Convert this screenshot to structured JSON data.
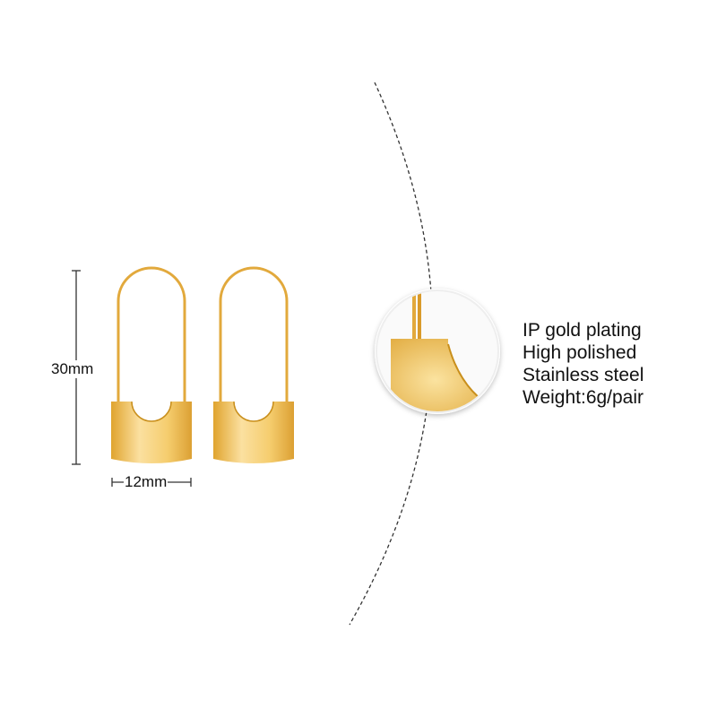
{
  "dimensions": {
    "height": "30mm",
    "width": "12mm"
  },
  "specs": [
    "IP gold plating",
    "High polished",
    "Stainless steel",
    "Weight:6g/pair"
  ],
  "colors": {
    "gold": "#f2c14e",
    "gold_light": "#fbe3a0",
    "gold_dark": "#c98f1c",
    "line": "#333333"
  }
}
